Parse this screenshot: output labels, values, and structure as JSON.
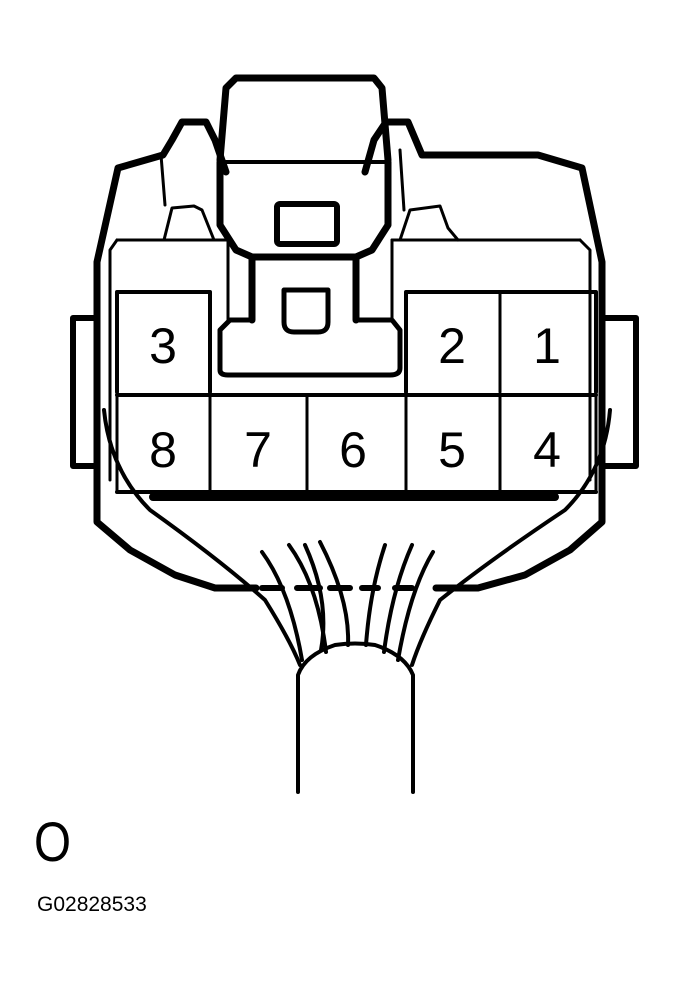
{
  "diagram": {
    "type": "connector-pinout",
    "view_label": "O",
    "figure_id": "G02828533",
    "colors": {
      "stroke": "#000000",
      "background": "#ffffff"
    },
    "pins": {
      "top_row": [
        {
          "number": "3",
          "position": "top-left"
        },
        {
          "number": "2",
          "position": "top-right-inner"
        },
        {
          "number": "1",
          "position": "top-right-outer"
        }
      ],
      "bottom_row": [
        {
          "number": "8"
        },
        {
          "number": "7"
        },
        {
          "number": "6"
        },
        {
          "number": "5"
        },
        {
          "number": "4"
        }
      ]
    }
  }
}
